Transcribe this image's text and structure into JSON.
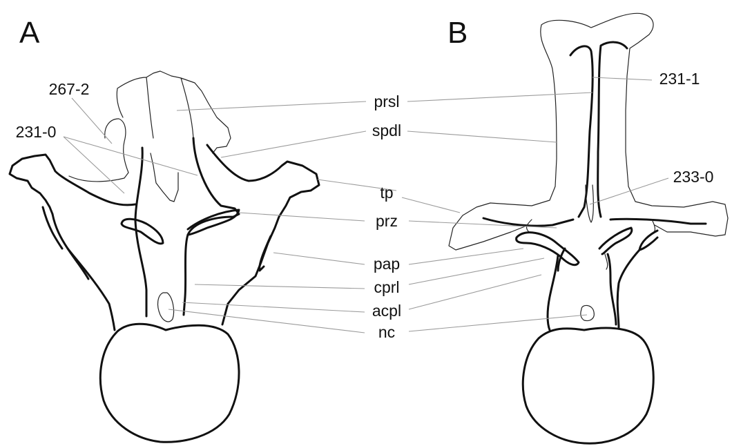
{
  "panels": {
    "a": "A",
    "b": "B"
  },
  "labels": {
    "prsl": "prsl",
    "spdl": "spdl",
    "tp": "tp",
    "prz": "prz",
    "pap": "pap",
    "cprl": "cprl",
    "acpl": "acpl",
    "nc": "nc"
  },
  "characters": {
    "c267_2": "267-2",
    "c231_0": "231-0",
    "c231_1": "231-1",
    "c233_0": "233-0"
  },
  "colors": {
    "outline": "#111111",
    "leader": "#9a9a9a",
    "background": "#ffffff"
  }
}
